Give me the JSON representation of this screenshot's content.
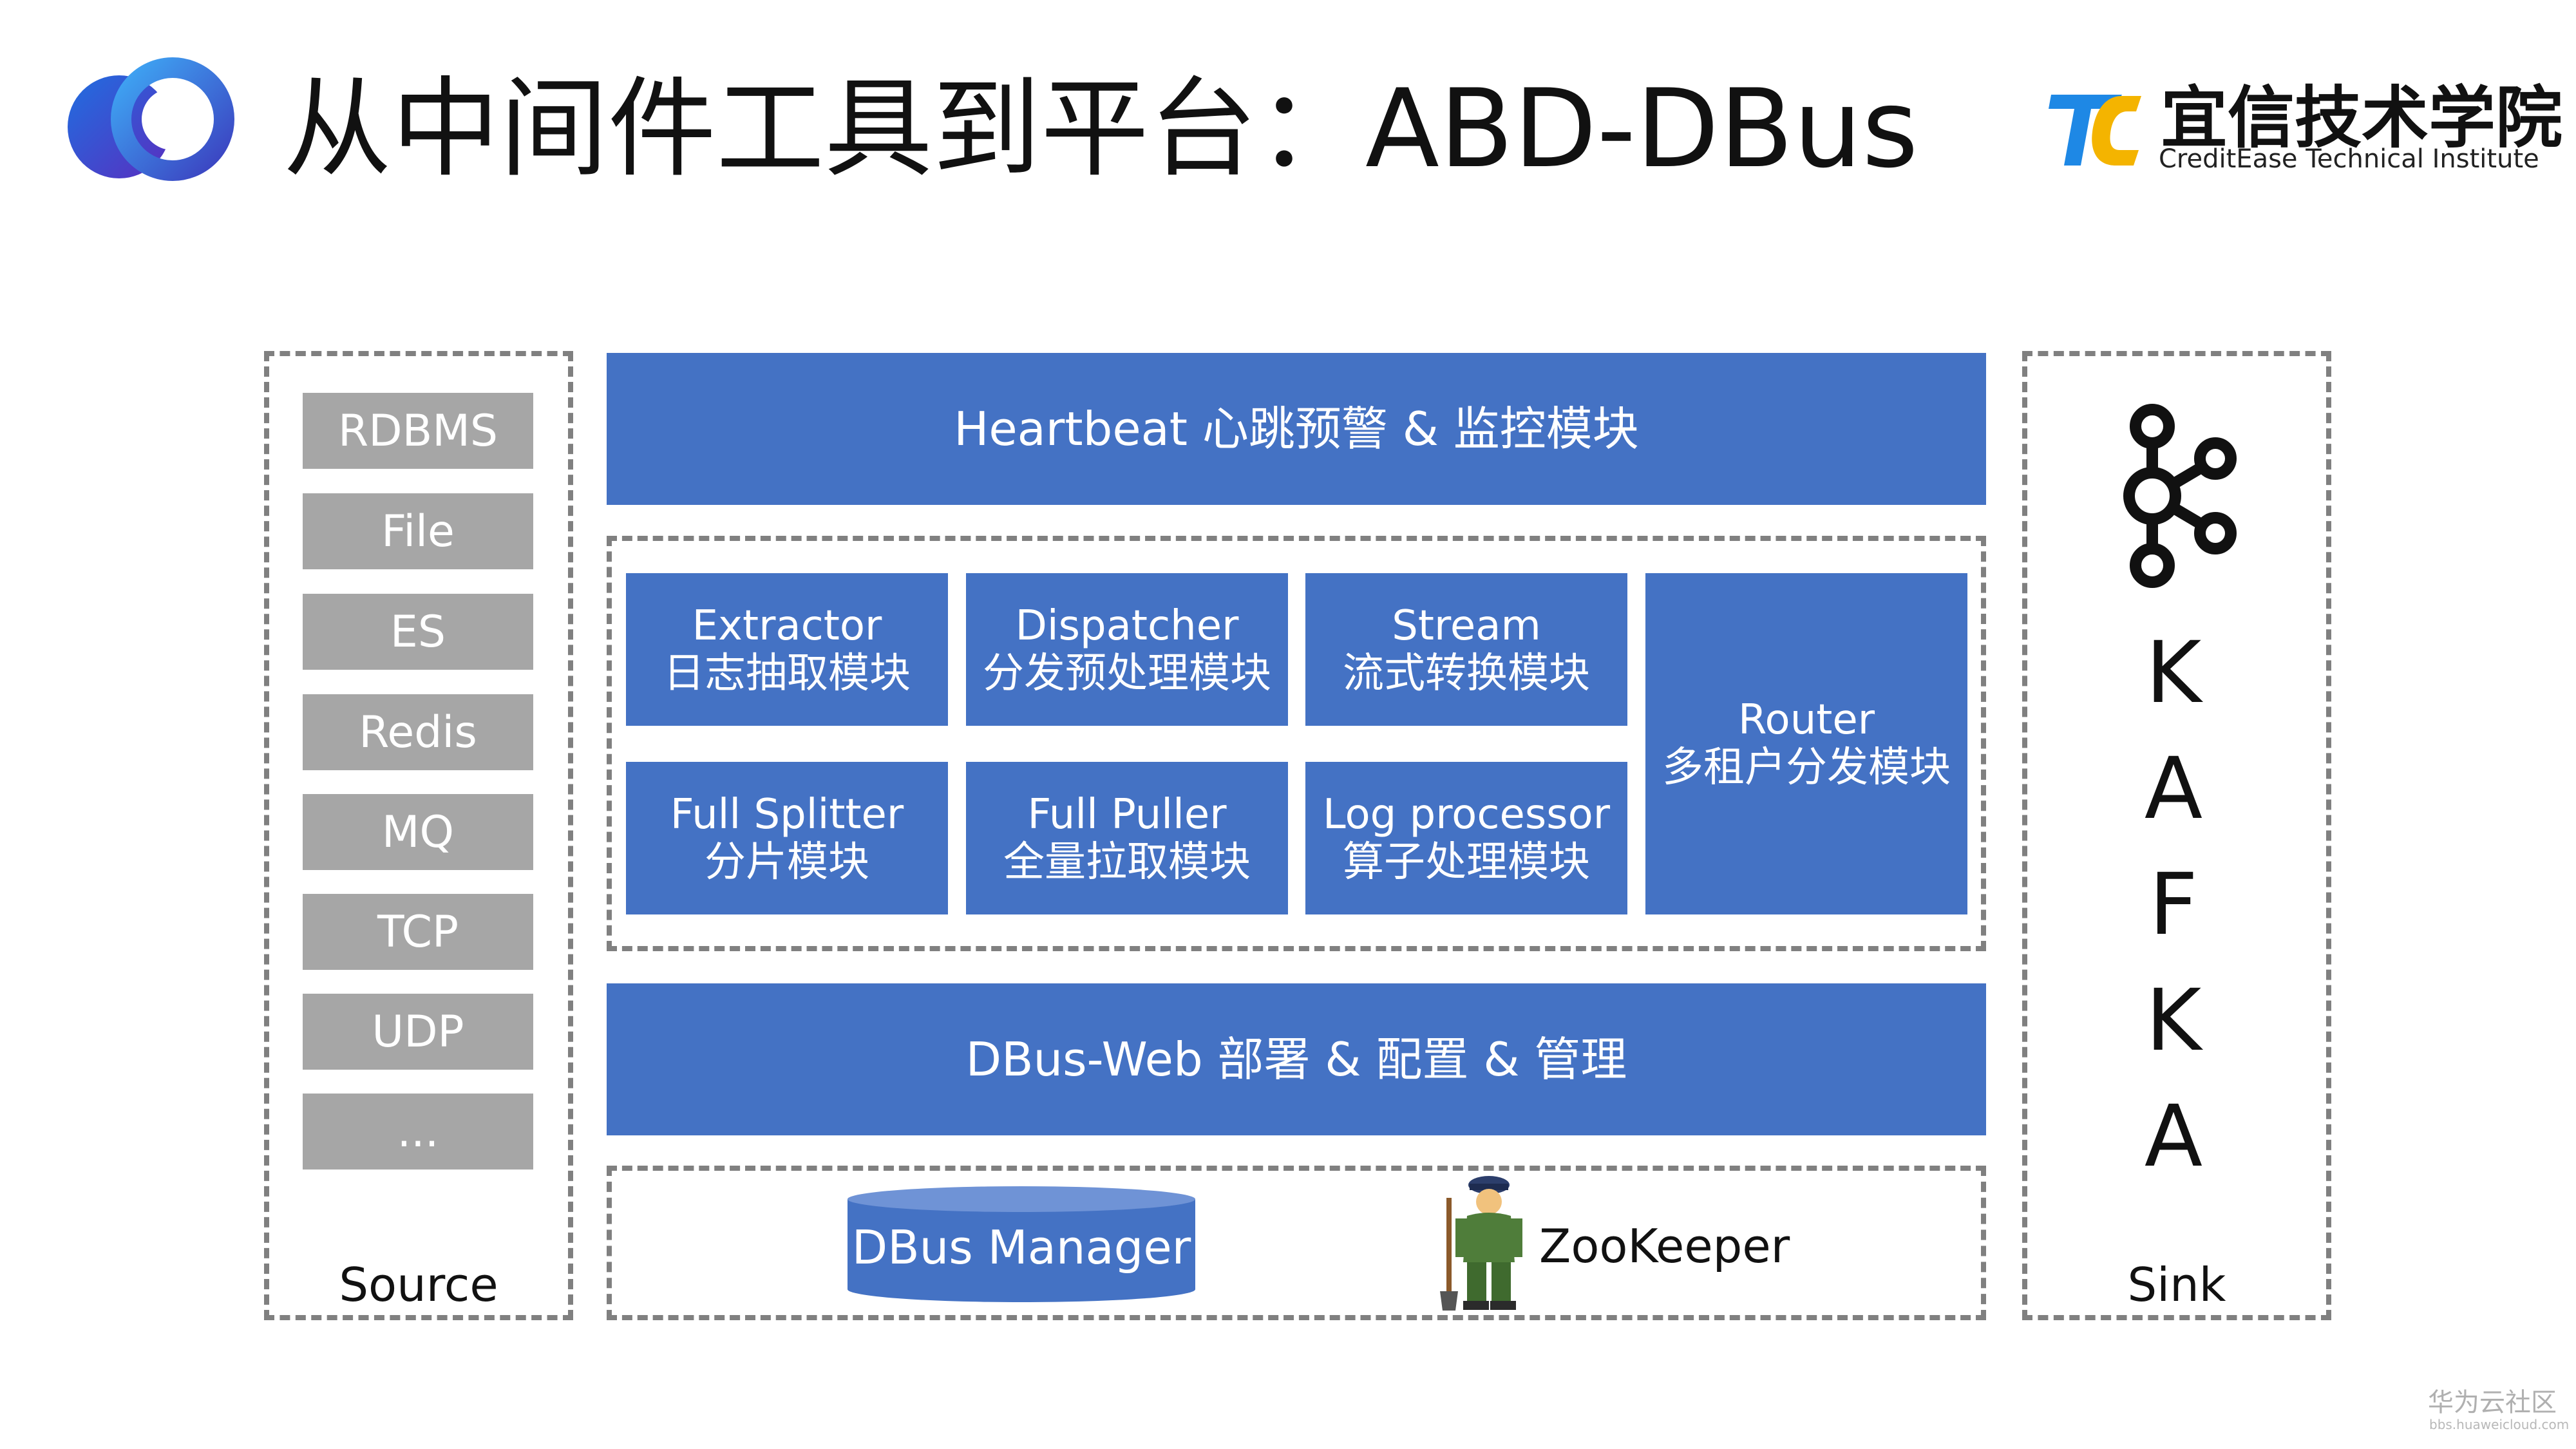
{
  "header": {
    "title": "从中间件工具到平台：ABD-DBus",
    "brand_cn": "宜信技术学院",
    "brand_en": "CreditEase Technical Institute",
    "logo_icon": "blue-rings-logo-icon",
    "brand_icon": "tc-logo-icon",
    "brand_colors": {
      "blue": "#1e88e5",
      "yellow": "#f4b400"
    }
  },
  "source": {
    "label": "Source",
    "items": [
      "RDBMS",
      "File",
      "ES",
      "Redis",
      "MQ",
      "TCP",
      "UDP",
      "..."
    ]
  },
  "heartbeat": "Heartbeat 心跳预警 & 监控模块",
  "modules": {
    "extractor": {
      "en": "Extractor",
      "cn": "日志抽取模块"
    },
    "dispatcher": {
      "en": "Dispatcher",
      "cn": "分发预处理模块"
    },
    "stream": {
      "en": "Stream",
      "cn": "流式转换模块"
    },
    "router": {
      "en": "Router",
      "cn": "多租户分发模块"
    },
    "splitter": {
      "en": "Full Splitter",
      "cn": "分片模块"
    },
    "puller": {
      "en": "Full Puller",
      "cn": "全量拉取模块"
    },
    "logproc": {
      "en": "Log processor",
      "cn": "算子处理模块"
    }
  },
  "web": "DBus-Web 部署 & 配置 & 管理",
  "manager": "DBus Manager",
  "zookeeper": "ZooKeeper",
  "sink": {
    "label": "Sink",
    "letters": [
      "K",
      "A",
      "F",
      "K",
      "A"
    ],
    "icon": "kafka-icon"
  },
  "watermark": {
    "cn": "华为云社区",
    "en": "bbs.huaweicloud.com"
  },
  "colors": {
    "blue": "#4472c4",
    "gray": "#a6a6a6",
    "dash": "#808080"
  }
}
